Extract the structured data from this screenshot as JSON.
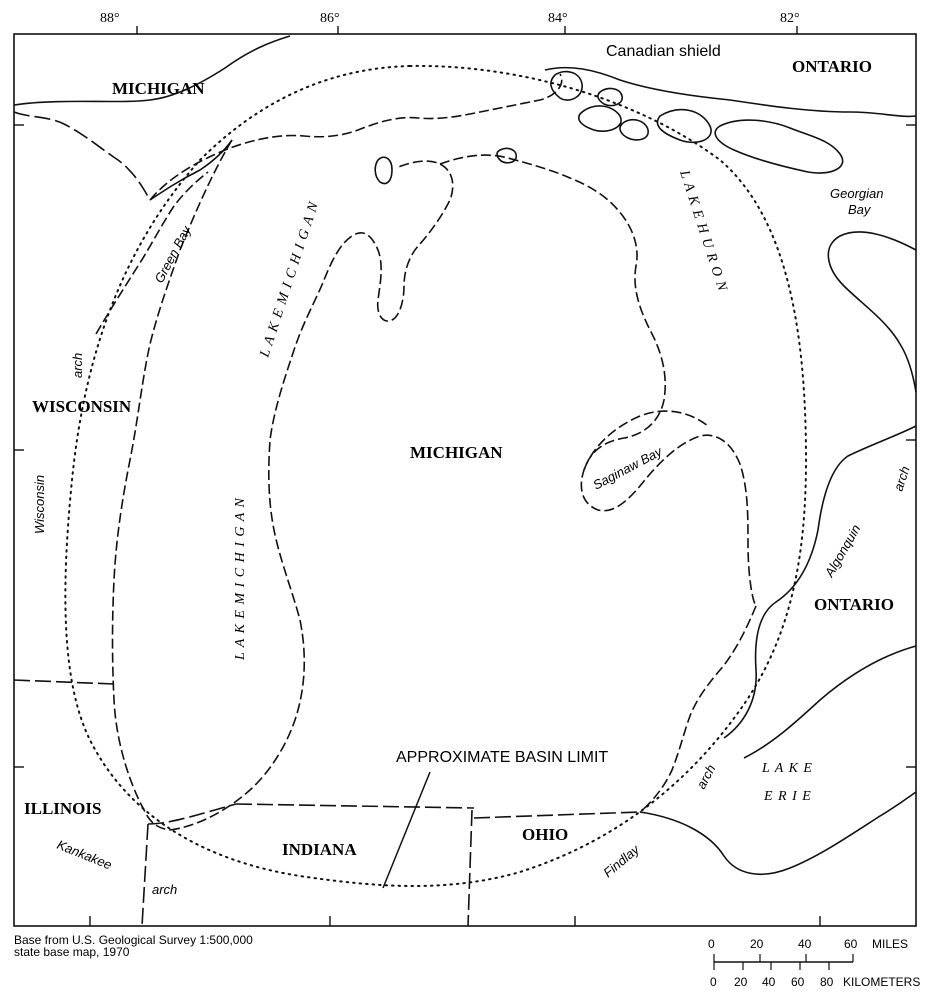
{
  "longitudes": [
    "88°",
    "86°",
    "84°",
    "82°"
  ],
  "states": {
    "michigan_upper": "MICHIGAN",
    "ontario_north": "ONTARIO",
    "wisconsin": "WISCONSIN",
    "michigan_lower": "MICHIGAN",
    "ontario_south": "ONTARIO",
    "illinois": "ILLINOIS",
    "indiana": "INDIANA",
    "ohio": "OHIO"
  },
  "features": {
    "canadian_shield": "Canadian shield",
    "georgian_bay_line1": "Georgian",
    "georgian_bay_line2": "Bay",
    "green_bay": "Green Bay",
    "saginaw_bay": "Saginaw Bay",
    "lake_michigan_north": "L A K E   M I C H I G A N",
    "lake_michigan_south": "L A K E   M I C H I G A N",
    "lake_huron": "L A K E   H U R O N",
    "lake_erie_line1": "L A K E",
    "lake_erie_line2": "E R I E"
  },
  "arches": {
    "arch_north": "arch",
    "wisconsin": "Wisconsin",
    "kankakee": "Kankakee",
    "kankakee_arch": "arch",
    "findlay": "Findlay",
    "findlay_arch": "arch",
    "algonquin": "Algonquin",
    "algonquin_arch": "arch"
  },
  "annotation": "APPROXIMATE BASIN LIMIT",
  "source_line1": "Base from U.S. Geological Survey 1:500,000",
  "source_line2": "state base map, 1970",
  "scale": {
    "miles_ticks": [
      "0",
      "20",
      "40",
      "60"
    ],
    "miles_unit": "MILES",
    "km_ticks": [
      "0",
      "20",
      "40",
      "60",
      "80"
    ],
    "km_unit": "KILOMETERS"
  }
}
